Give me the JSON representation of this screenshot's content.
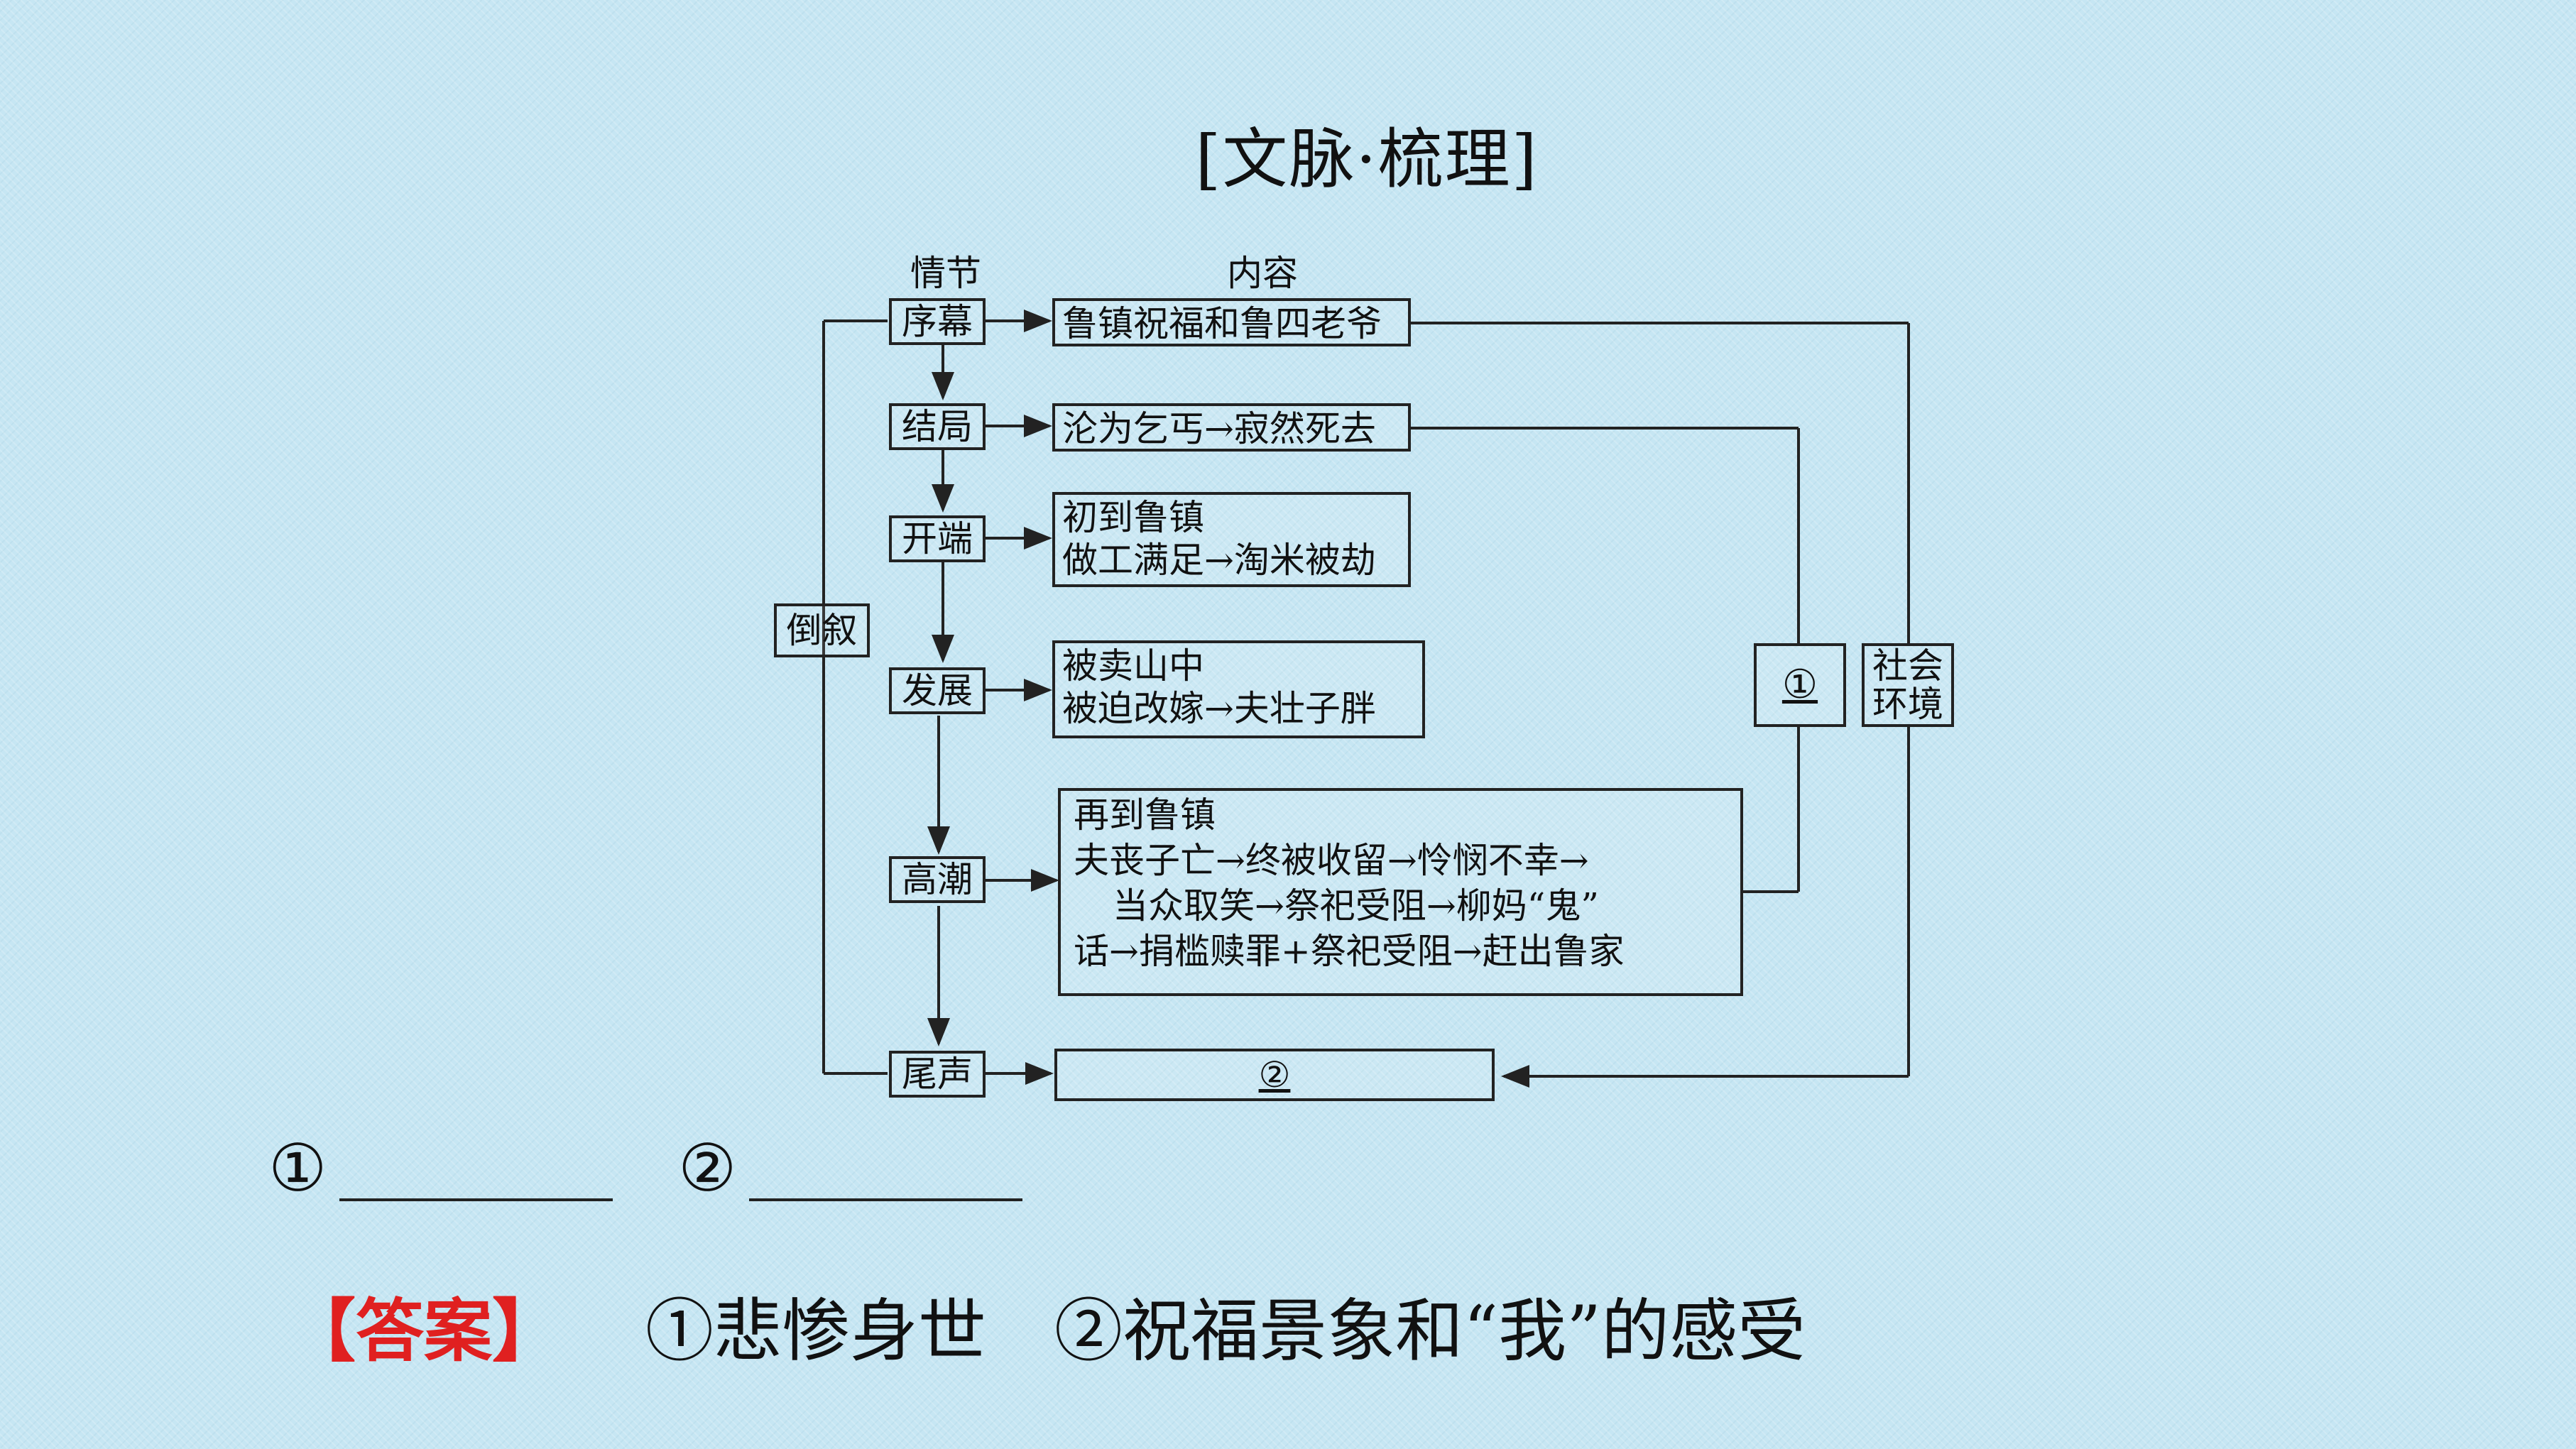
{
  "title": "[文脉·梳理]",
  "headers": {
    "plot": "情节",
    "content": "内容"
  },
  "flashback": "倒叙",
  "stages": [
    {
      "label": "序幕",
      "content": [
        "鲁镇祝福和鲁四老爷"
      ]
    },
    {
      "label": "结局",
      "content": [
        "沦为乞丐→寂然死去"
      ]
    },
    {
      "label": "开端",
      "content": [
        "初到鲁镇",
        "做工满足→淘米被劫"
      ]
    },
    {
      "label": "发展",
      "content": [
        "被卖山中",
        "被迫改嫁→夫壮子胖"
      ]
    },
    {
      "label": "高潮",
      "content": [
        "再到鲁镇",
        "夫丧子亡→终被收留→怜悯不幸→",
        "当众取笑→祭祀受阻→柳妈“鬼”",
        "话→捐槛赎罪+祭祀受阻→赶出鲁家"
      ]
    },
    {
      "label": "尾声",
      "content": [
        "②"
      ]
    }
  ],
  "box_one": "①",
  "social_env": [
    "社会",
    "环境"
  ],
  "blanks": [
    "①",
    "②"
  ],
  "answer": {
    "tag": "【答案】",
    "text": "①悲惨身世　②祝福景象和“我”的感受"
  }
}
